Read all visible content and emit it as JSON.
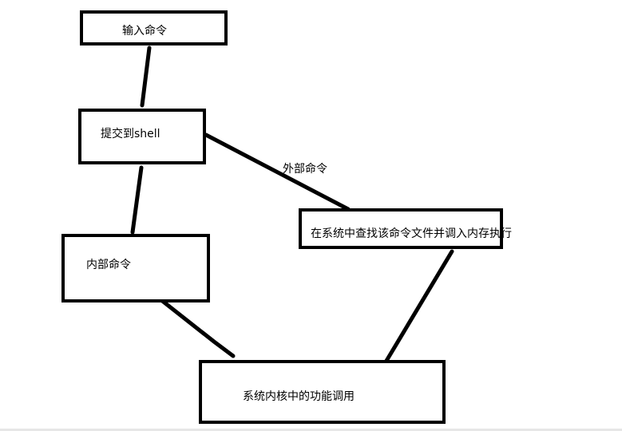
{
  "nodes": {
    "input_command": "输入命令",
    "submit_shell": "提交到shell",
    "internal_command": "内部命令",
    "find_load_exec": "在系统中查找该命令文件并调入内存执行",
    "kernel_call": "系统内核中的功能调用"
  },
  "edges": {
    "external_command": "外部命令"
  },
  "colors": {
    "stroke": "#000000",
    "background": "#ffffff"
  }
}
